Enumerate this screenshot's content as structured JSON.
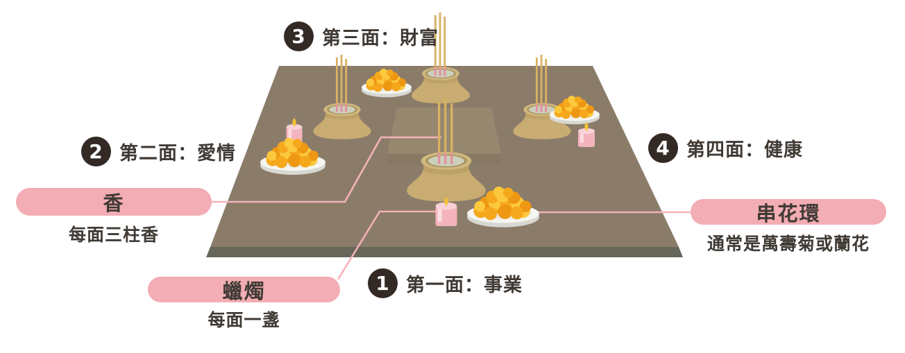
{
  "faces": [
    {
      "number": "1",
      "label": "第一面：事業"
    },
    {
      "number": "2",
      "label": "第二面：愛情"
    },
    {
      "number": "3",
      "label": "第三面：財富"
    },
    {
      "number": "4",
      "label": "第四面：健康"
    }
  ],
  "offerings": {
    "incense": {
      "label": "香",
      "note": "每面三柱香"
    },
    "candle": {
      "label": "蠟燭",
      "note": "每面一盞"
    },
    "garland": {
      "label": "串花環",
      "note": "通常是萬壽菊或蘭花"
    }
  },
  "scene": {
    "incense_pot_count": 4,
    "incense_sticks_per_pot": 3,
    "candle_count": 3,
    "flower_garland_plate_count": 4
  },
  "colors": {
    "pill_pink": "#f3adb4",
    "leader_pink": "#f4b2b8",
    "badge_dark": "#332a25",
    "text_dark": "#403a35",
    "table_top": "#8b7c6a",
    "table_side": "#67675a",
    "platform_top": "#96886f",
    "platform_front": "#867862",
    "pot_body": "#c9ac72",
    "pot_neck": "#bda166",
    "pot_rim": "#d0b77f",
    "pot_ring": "#a6945e",
    "pot_ash": "#cdcfbc",
    "stick_tan": "#d8b264",
    "stick_pink": "#e391a0",
    "candle_pink": "#f3b4bd",
    "candle_top": "#f9d2d8",
    "candle_highlight": "#fbdce1",
    "flame_yellow": "#f6c233",
    "plate_white": "#f5f5f2",
    "plate_shadow": "#d8d8d2",
    "plate_inner": "#ebebe6",
    "flower_palette": [
      "#f6a81d",
      "#fcc93e",
      "#ee9712",
      "#ffd85c"
    ]
  }
}
